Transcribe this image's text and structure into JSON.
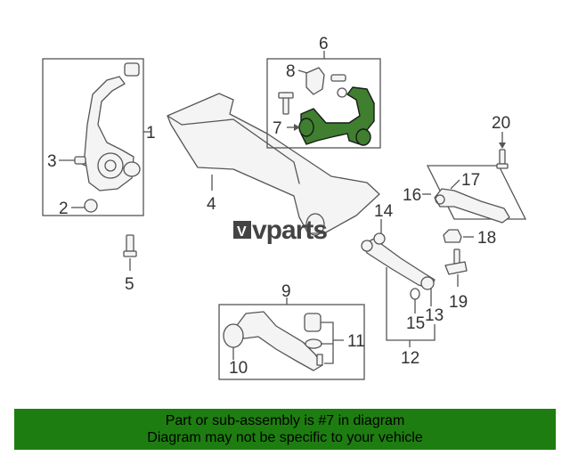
{
  "callouts": {
    "c1": "1",
    "c2": "2",
    "c3": "3",
    "c4": "4",
    "c5": "5",
    "c6": "6",
    "c7": "7",
    "c8": "8",
    "c9": "9",
    "c10": "10",
    "c11": "11",
    "c12": "12",
    "c13": "13",
    "c14": "14",
    "c15": "15",
    "c16": "16",
    "c17": "17",
    "c18": "18",
    "c19": "19",
    "c20": "20"
  },
  "highlighted_part": "7",
  "watermark": {
    "brand": "vparts",
    "logo_letter": "V"
  },
  "banner": {
    "line1": "Part or sub-assembly is #7 in diagram",
    "line2": "Diagram may not be specific to your vehicle",
    "color": "#1e7d10"
  },
  "colors": {
    "highlight": "#3f7f2f",
    "line": "#555555"
  }
}
